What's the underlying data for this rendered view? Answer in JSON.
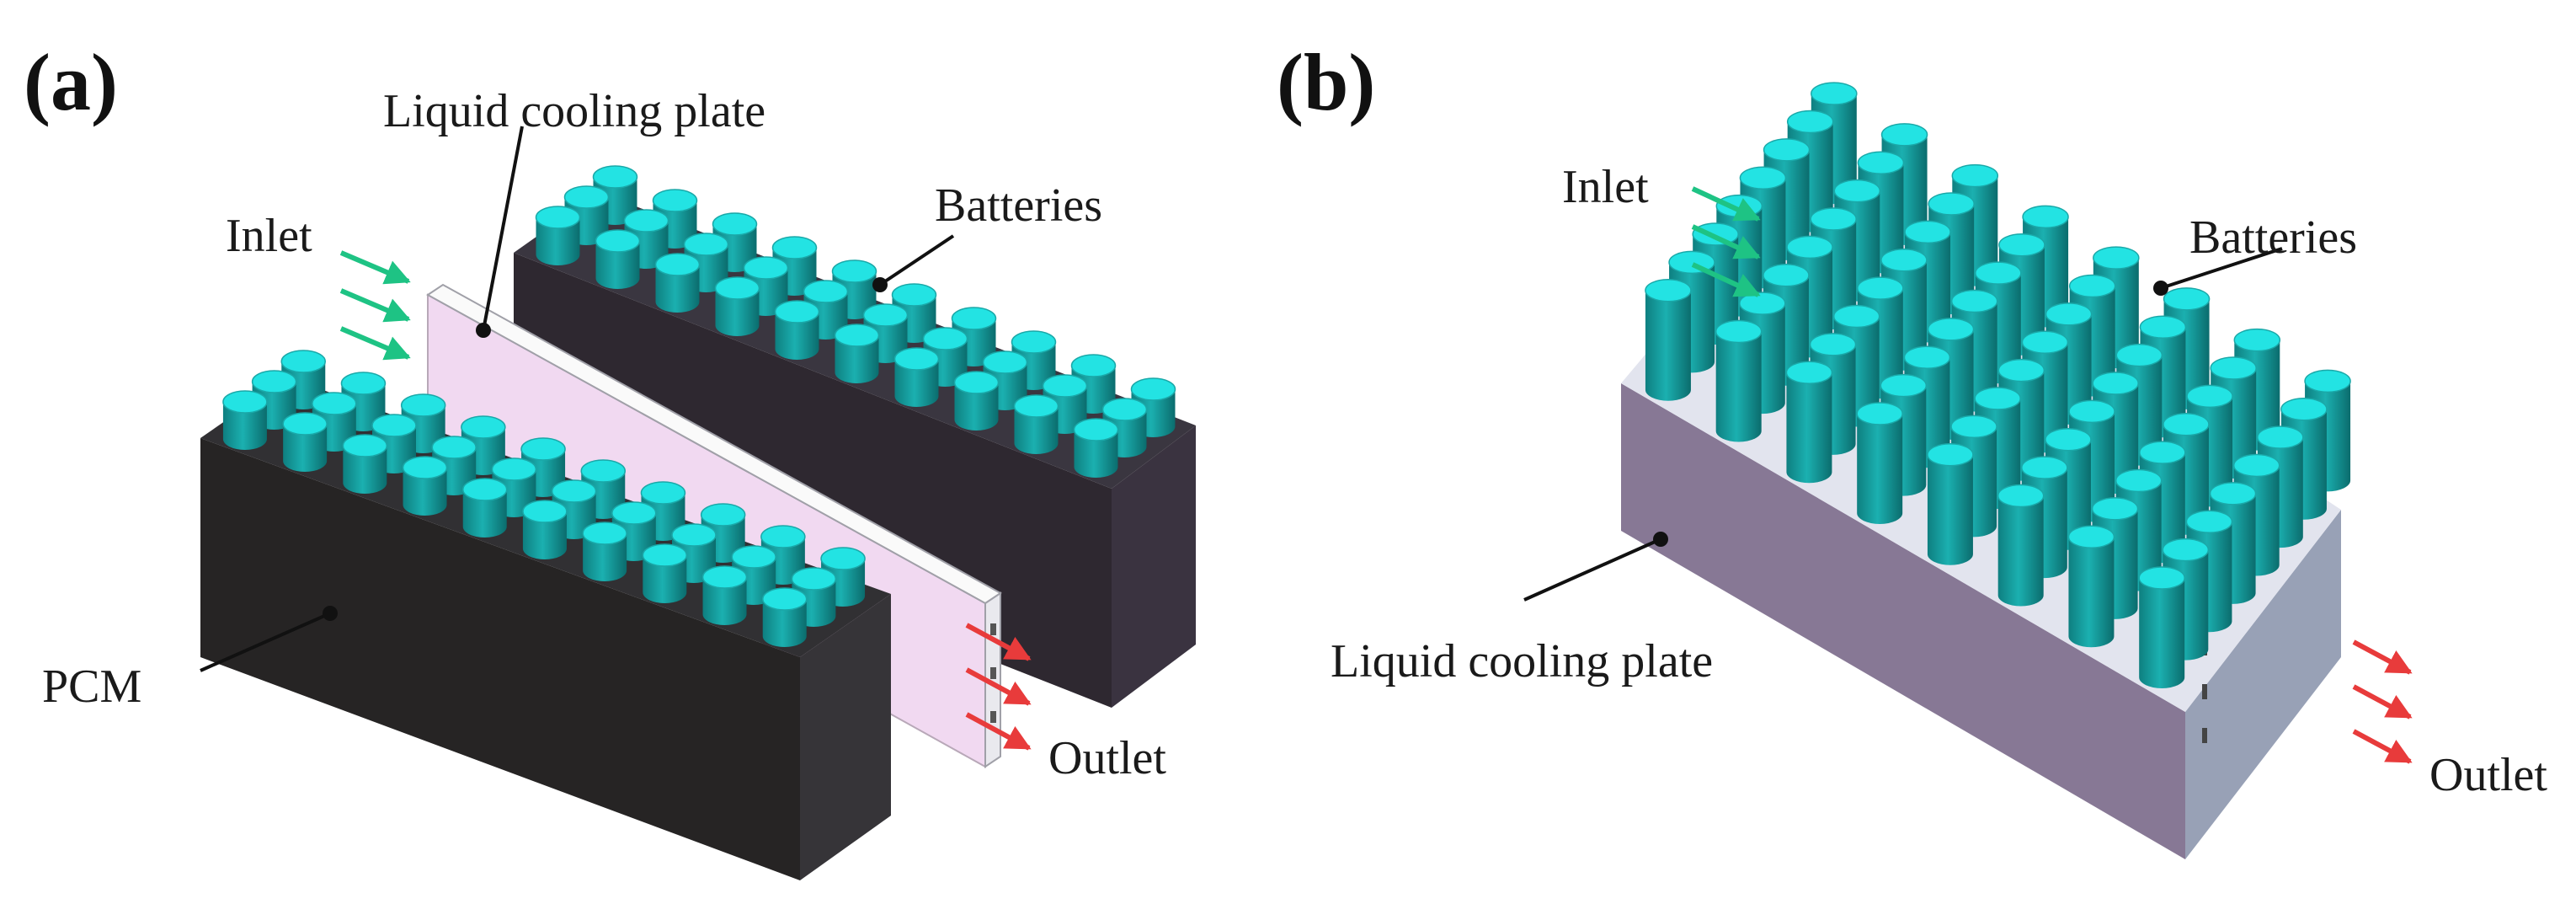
{
  "panel_a": {
    "tag": "(a)",
    "labels": {
      "liquid_cooling_plate": "Liquid cooling plate",
      "inlet": "Inlet",
      "batteries": "Batteries",
      "pcm": "PCM",
      "outlet": "Outlet"
    }
  },
  "panel_b": {
    "tag": "(b)",
    "labels": {
      "inlet": "Inlet",
      "batteries": "Batteries",
      "liquid_cooling_plate": "Liquid cooling plate",
      "outlet": "Outlet"
    }
  },
  "colors": {
    "battery_side": "#14908f",
    "battery_top": "#23e3e3",
    "pcm_block": "#262424",
    "pcm_block_back": "#2e2830",
    "cooling_plate": "#f1d9f1",
    "plate_block": "#8a7a9a",
    "plate_top": "#e4e6ef",
    "inlet_arrow": "#1ec384",
    "outlet_arrow": "#e83b3b"
  }
}
